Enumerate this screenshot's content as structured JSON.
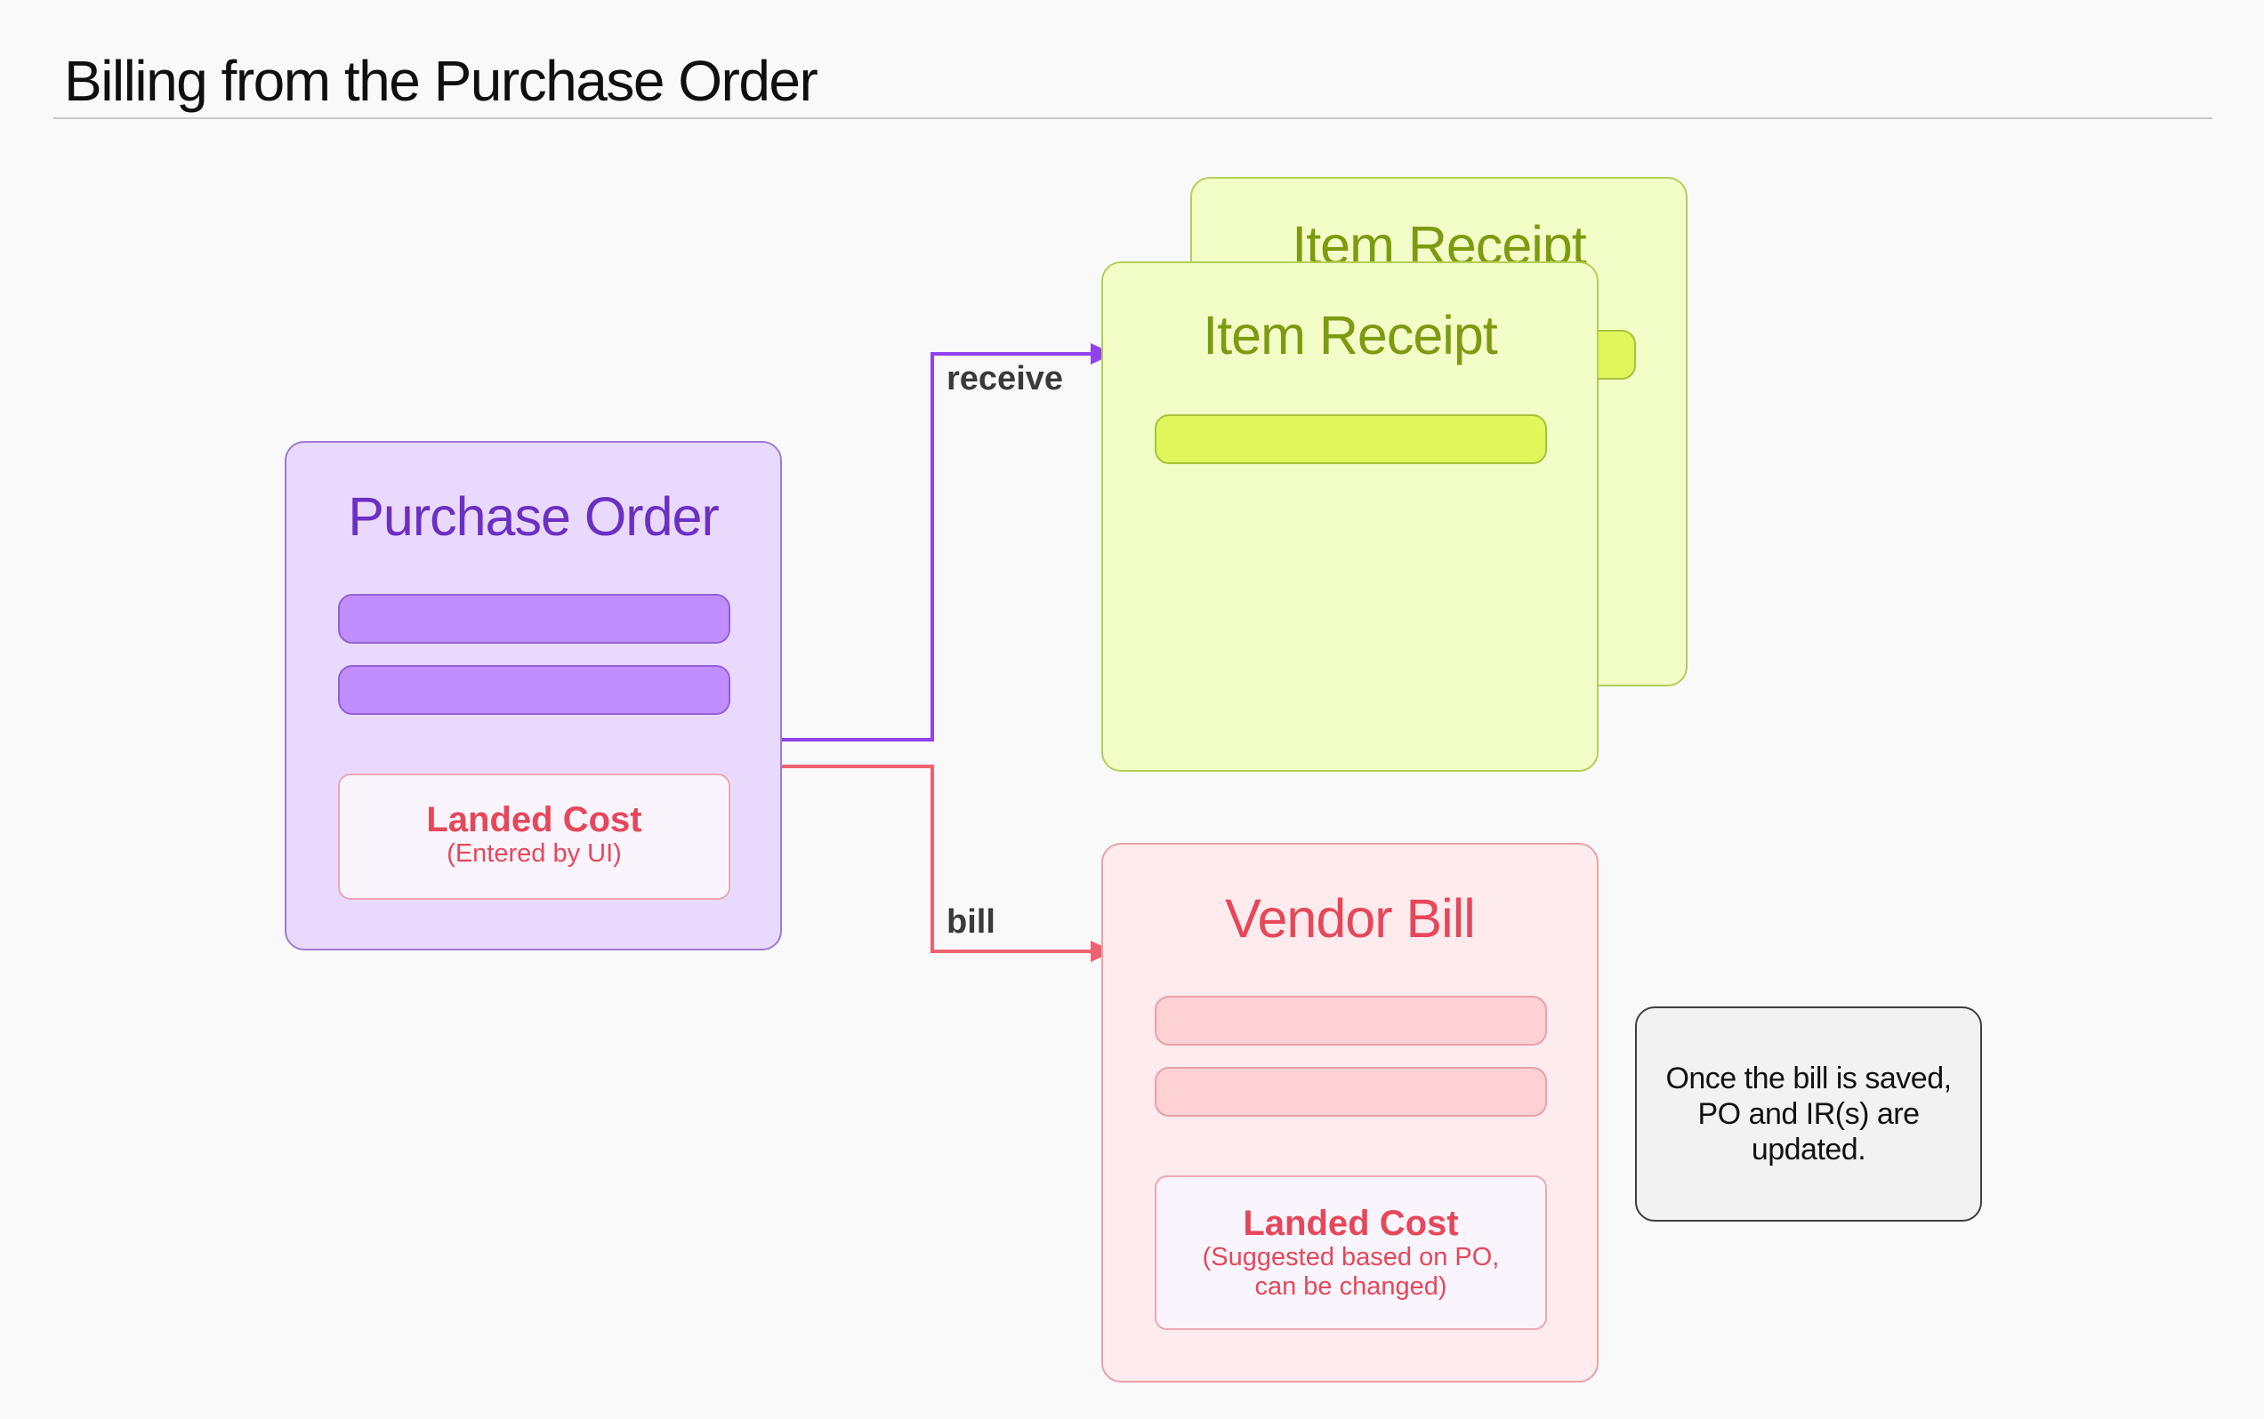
{
  "title": "Billing from the Purchase Order",
  "purchase_order": {
    "title": "Purchase Order",
    "landed_cost": {
      "title": "Landed Cost",
      "subtitle": "(Entered by UI)"
    }
  },
  "item_receipt": {
    "back_title": "Item Receipt",
    "front_title": "Item Receipt"
  },
  "vendor_bill": {
    "title": "Vendor Bill",
    "landed_cost": {
      "title": "Landed Cost",
      "subtitle_line1": "(Suggested based on PO,",
      "subtitle_line2": "can be changed)"
    }
  },
  "edges": {
    "receive": "receive",
    "bill": "bill"
  },
  "note": {
    "line1": "Once the bill is saved,",
    "line2": "PO and IR(s) are",
    "line3": "updated."
  },
  "colors": {
    "receive_arrow": "#9142ee",
    "bill_arrow": "#f0606f"
  }
}
